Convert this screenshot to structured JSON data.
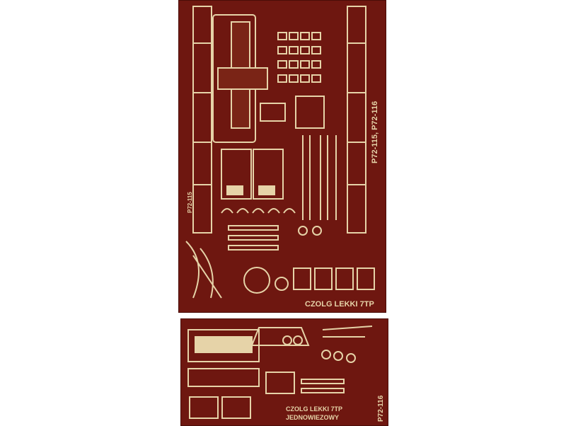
{
  "large_fret": {
    "side_code": "P72-115, P72-116",
    "title": "CZOLG LEKKI 7TP",
    "left_code": "P72-115"
  },
  "small_fret": {
    "title": "CZOLG LEKKI 7TP",
    "subtitle": "JEDNOWIEZOWY",
    "side_code": "P72-116"
  },
  "colors": {
    "brass": "#e6d3a8",
    "fret_background": "#6e1710"
  }
}
